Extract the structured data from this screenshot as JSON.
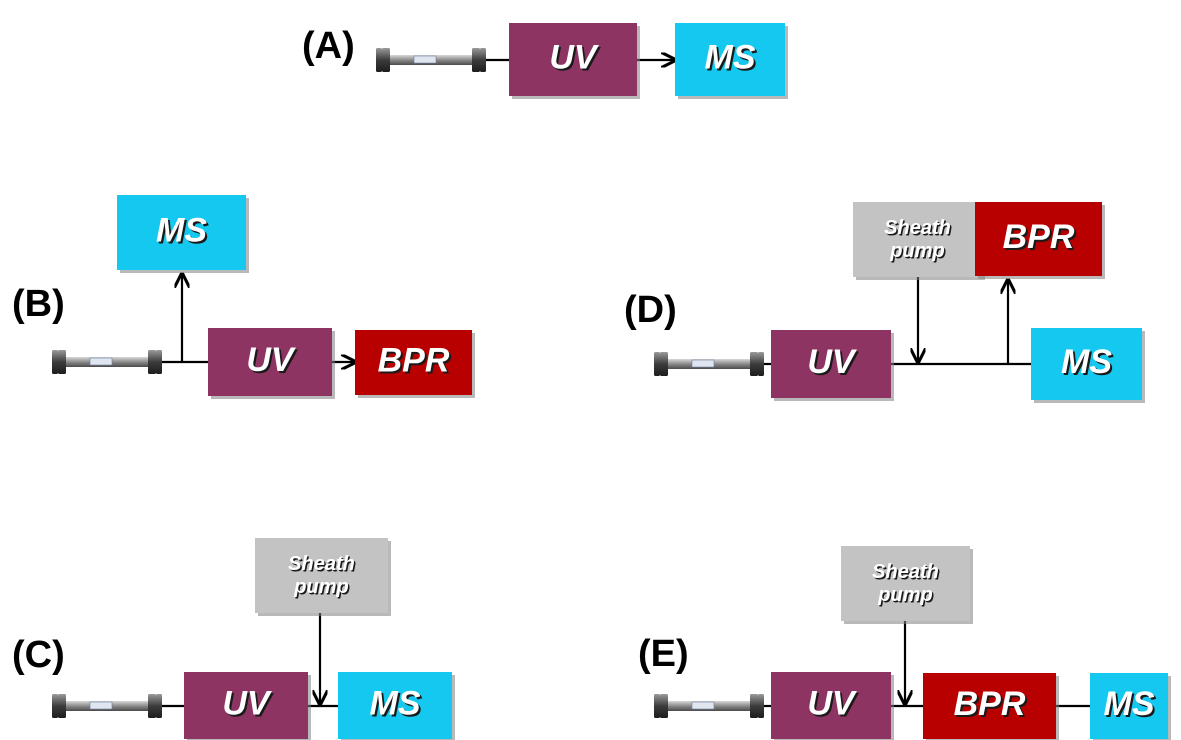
{
  "labels": {
    "uv": "UV",
    "ms": "MS",
    "bpr": "BPR",
    "sheath_line1": "Sheath",
    "sheath_line2": "pump"
  },
  "colors": {
    "uv": "#8e3462",
    "ms": "#14c8f0",
    "bpr": "#b90000",
    "sheath": "#c3c3c3"
  },
  "panels": [
    {
      "id": "A",
      "label": "(A)"
    },
    {
      "id": "B",
      "label": "(B)"
    },
    {
      "id": "C",
      "label": "(C)"
    },
    {
      "id": "D",
      "label": "(D)"
    },
    {
      "id": "E",
      "label": "(E)"
    }
  ]
}
